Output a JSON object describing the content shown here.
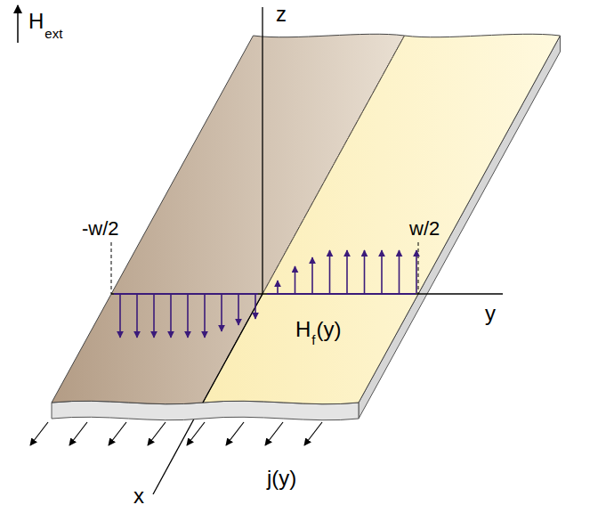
{
  "diagram": {
    "labels": [
      "H",
      "ext",
      "z",
      "-w/2",
      "w/2",
      "H",
      "f",
      "(y)",
      "y",
      "x",
      "j(y)"
    ]
  }
}
